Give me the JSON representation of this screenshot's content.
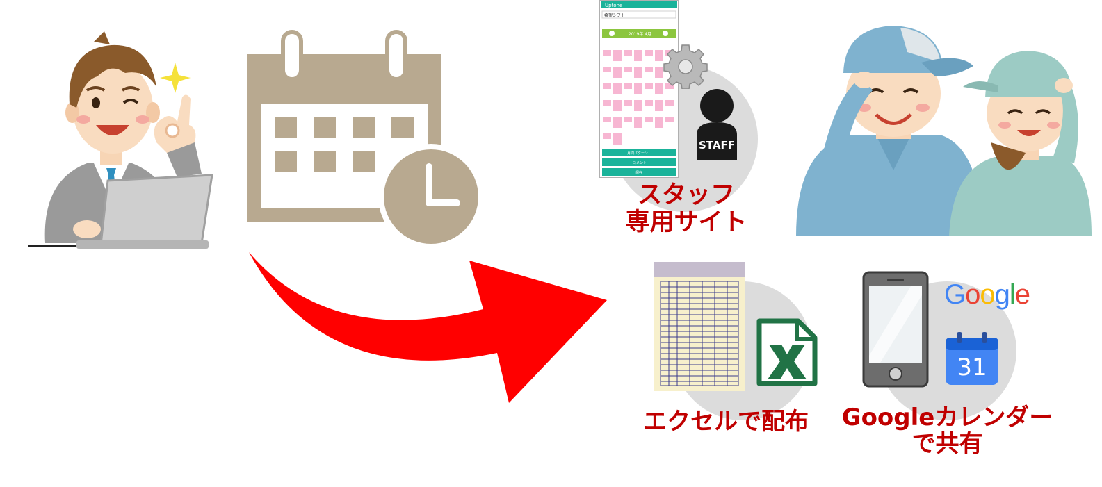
{
  "labels": {
    "staff_line1": "スタッフ",
    "staff_line2": "専用サイト",
    "excel": "エクセルで配布",
    "google_line1": "Googleカレンダー",
    "google_line2": "で共有"
  },
  "badges": {
    "staff": "STAFF",
    "calendar_day": "31",
    "google_logo": "Google"
  },
  "phone": {
    "header_title": "Uptone",
    "page_title": "希望シフト",
    "month": "2019年 4月",
    "button1": "月間パターン",
    "button2": "コメント",
    "button3": "保存"
  },
  "colors": {
    "label_red": "#c00000",
    "calendar_brown": "#b8a990",
    "arrow_red": "#ff0000",
    "circle_gray": "#dcdcdc",
    "excel_green": "#217346",
    "phone_green": "#8cc63f",
    "phone_teal": "#1ab39a",
    "google_blue": "#4285f4",
    "google_red": "#ea4335",
    "google_yellow": "#fbbc05",
    "google_green": "#34a853"
  },
  "icons": [
    "businessman-ok-icon",
    "calendar-clock-icon",
    "curved-arrow-icon",
    "staff-silhouette-icon",
    "gear-icon",
    "spreadsheet-icon",
    "excel-icon",
    "smartphone-icon",
    "google-calendar-icon",
    "workers-icon"
  ]
}
